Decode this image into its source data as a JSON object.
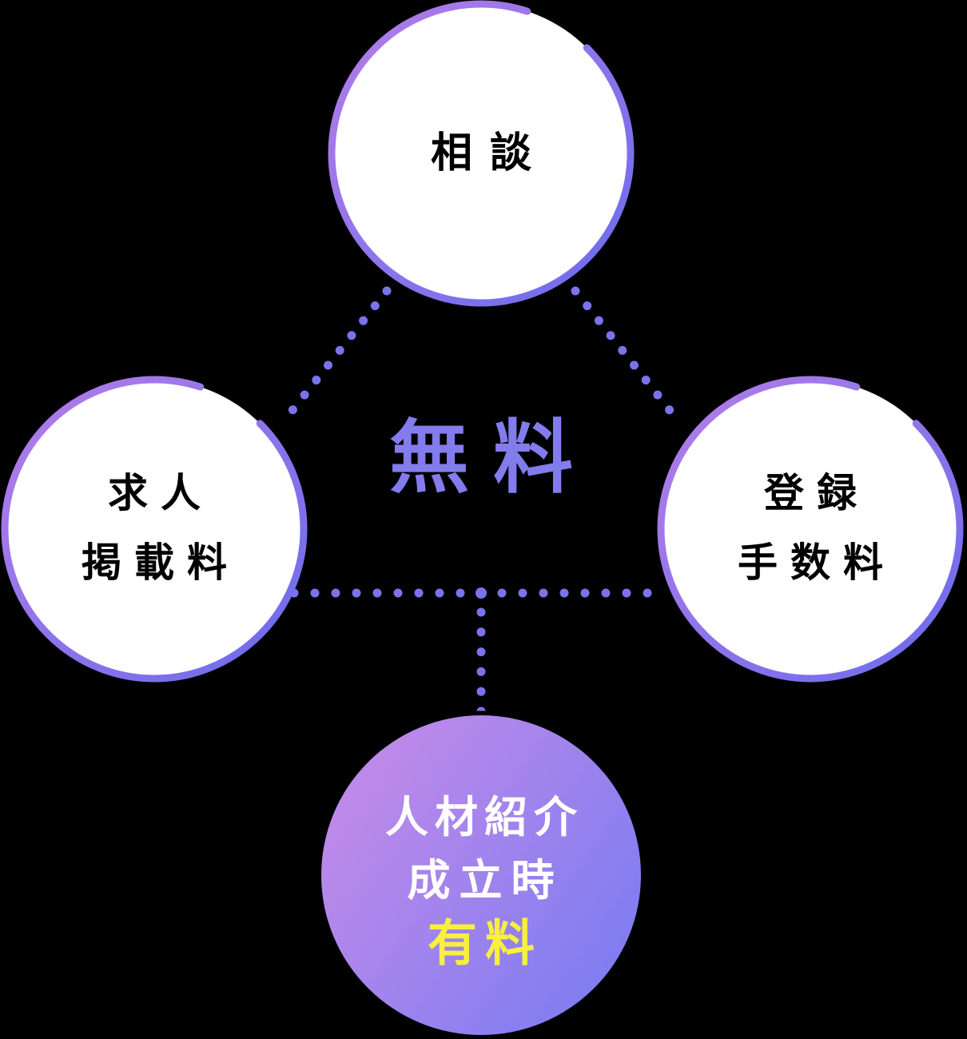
{
  "diagram": {
    "title_center": "無料",
    "nodes": {
      "consultation": {
        "label": "相談"
      },
      "job_posting_fee": {
        "line1": "求人",
        "line2": "掲載料"
      },
      "registration_fee": {
        "line1": "登録",
        "line2": "手数料"
      },
      "placement": {
        "line1": "人材紹介",
        "line2": "成立時",
        "highlight": "有料"
      }
    },
    "colors": {
      "background": "#000000",
      "ring_gradient_start": "#b47ce8",
      "ring_gradient_end": "#6a6cec",
      "fill_gradient_start": "#c58be8",
      "fill_gradient_end": "#7a7cf2",
      "dot": "#7b73e9",
      "free_text": "#837ced",
      "paid_text": "#f8ef3e",
      "node_text": "#000000",
      "inverse_text": "#ffffff",
      "circle_fill": "#ffffff"
    }
  }
}
